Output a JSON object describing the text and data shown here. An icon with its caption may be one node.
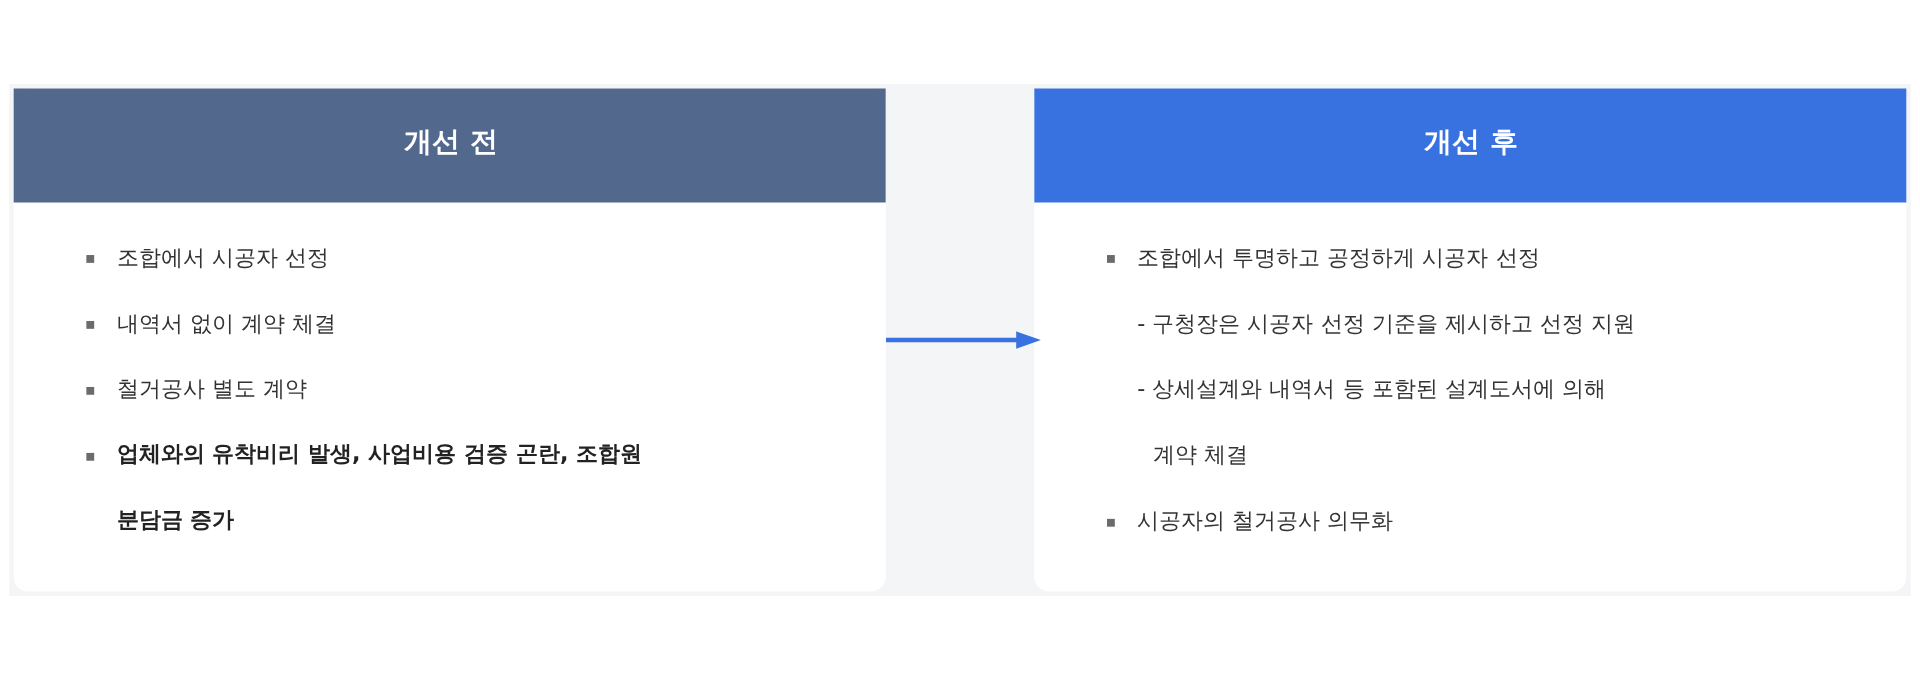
{
  "diagram": {
    "nodes": [
      {
        "text": [
          "개선 전",
          "조합에서 시공자 선정",
          "내역서 없이 계약 체결",
          "철거공사 별도 계약",
          "업체와의 유착비리 발생, 사업비용 검증 곤란, 조합원 분담금 증가"
        ]
      },
      {
        "text": [
          "개선 후",
          "조합에서 투명하고 공정하게 시공자 선정",
          "- 구청장은 시공자 선정 기준을 제시하고 선정 지원",
          "- 상세설계와 내역서 등 포함된 설계도서에 의해 계약 체결",
          "시공자의 철거공사 의무화"
        ]
      }
    ],
    "edges": [
      {
        "from": 0,
        "to": 1,
        "arrow": "to"
      }
    ]
  }
}
